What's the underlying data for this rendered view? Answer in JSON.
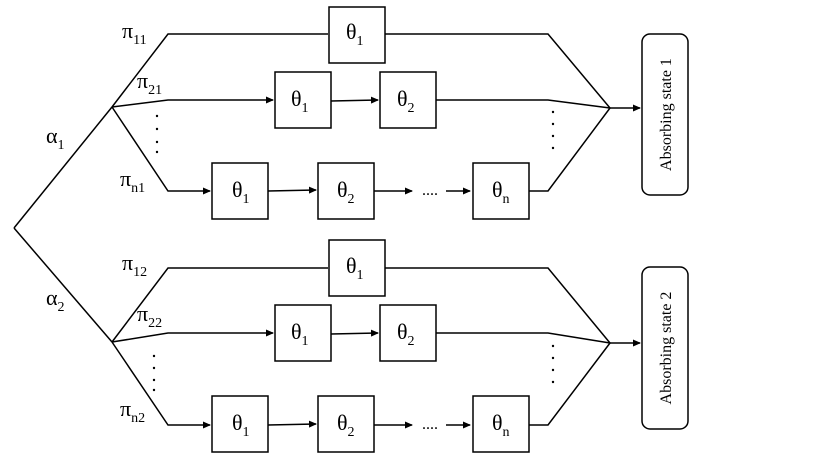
{
  "nodes": {
    "theta": "θ",
    "sub_1": "1",
    "sub_2": "2",
    "sub_n": "n"
  },
  "branches": {
    "alpha": "α",
    "alpha1_sub": "1",
    "alpha2_sub": "2",
    "pi": "π",
    "pi11_sub": "11",
    "pi21_sub": "21",
    "pin1_sub": "n1",
    "pi12_sub": "12",
    "pi22_sub": "22",
    "pin2_sub": "n2"
  },
  "states": {
    "absorbing_1": "Absorbing state 1",
    "absorbing_2": "Absorbing state 2"
  },
  "ellipsis": "....",
  "vdots": "⋮"
}
